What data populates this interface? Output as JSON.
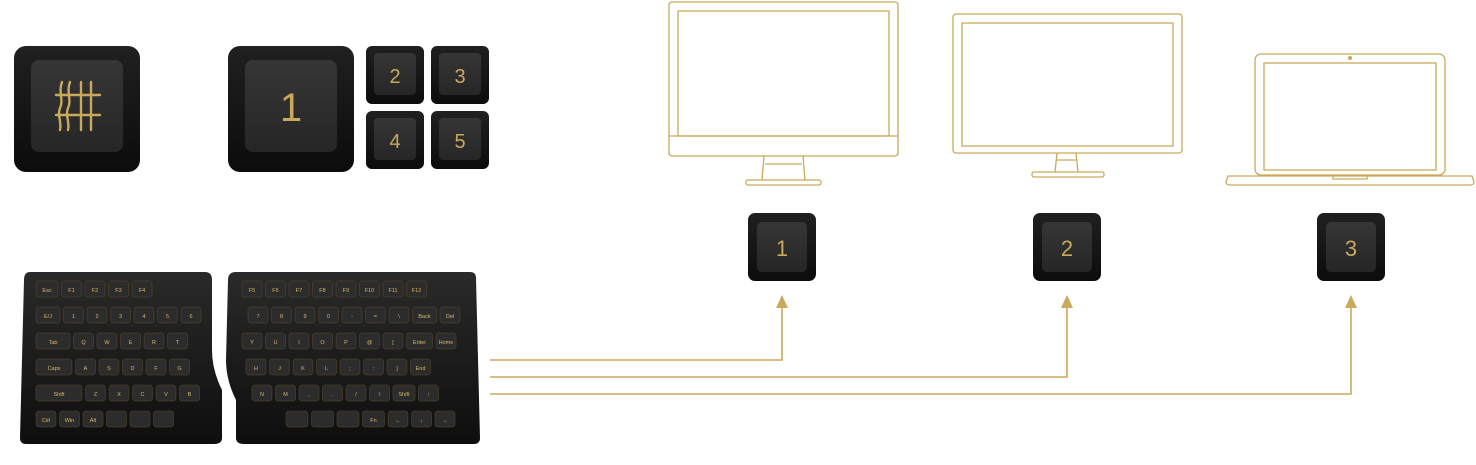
{
  "colors": {
    "gold": "#c9a95c",
    "key_outer": "#141414",
    "key_inner": "#2e2e2e",
    "kb_body": "#1b1b1b",
    "kb_key": "#2c2c2c",
    "kb_legend": "#d8b768",
    "background": "#ffffff"
  },
  "feature_keys": {
    "multi_icon": "multi-device-switch-icon",
    "big_key": "1",
    "small_keys": [
      "2",
      "3",
      "4",
      "5"
    ]
  },
  "devices": [
    {
      "type": "desktop-monitor-icon",
      "key": "1"
    },
    {
      "type": "desktop-monitor-icon",
      "key": "2"
    },
    {
      "type": "laptop-icon",
      "key": "3"
    }
  ],
  "keyboard": {
    "left_rows": [
      [
        "Esc",
        "F1",
        "F2",
        "F3",
        "F4"
      ],
      [
        "E/J",
        "1",
        "2",
        "3",
        "4",
        "5",
        "6"
      ],
      [
        "Tab",
        "Q",
        "W",
        "E",
        "R",
        "T"
      ],
      [
        "Caps",
        "A",
        "S",
        "D",
        "F",
        "G"
      ],
      [
        "Shift",
        "Z",
        "X",
        "C",
        "V",
        "B"
      ],
      [
        "Ctrl",
        "Win",
        "Alt",
        "",
        "",
        ""
      ]
    ],
    "right_rows": [
      [
        "F5",
        "F6",
        "F7",
        "F8",
        "F9",
        "F10",
        "F11",
        "F12"
      ],
      [
        "7",
        "8",
        "9",
        "0",
        "-",
        "=",
        "\\",
        "Back",
        "Del"
      ],
      [
        "Y",
        "U",
        "I",
        "O",
        "P",
        "@",
        "[",
        "Enter",
        "Home"
      ],
      [
        "H",
        "J",
        "K",
        "L",
        ";",
        ":",
        "]",
        "End"
      ],
      [
        "N",
        "M",
        ",",
        ".",
        "/",
        "\\",
        "Shift",
        "↑"
      ],
      [
        "",
        "",
        "",
        "Fn",
        "←",
        "↓",
        "→"
      ]
    ]
  }
}
